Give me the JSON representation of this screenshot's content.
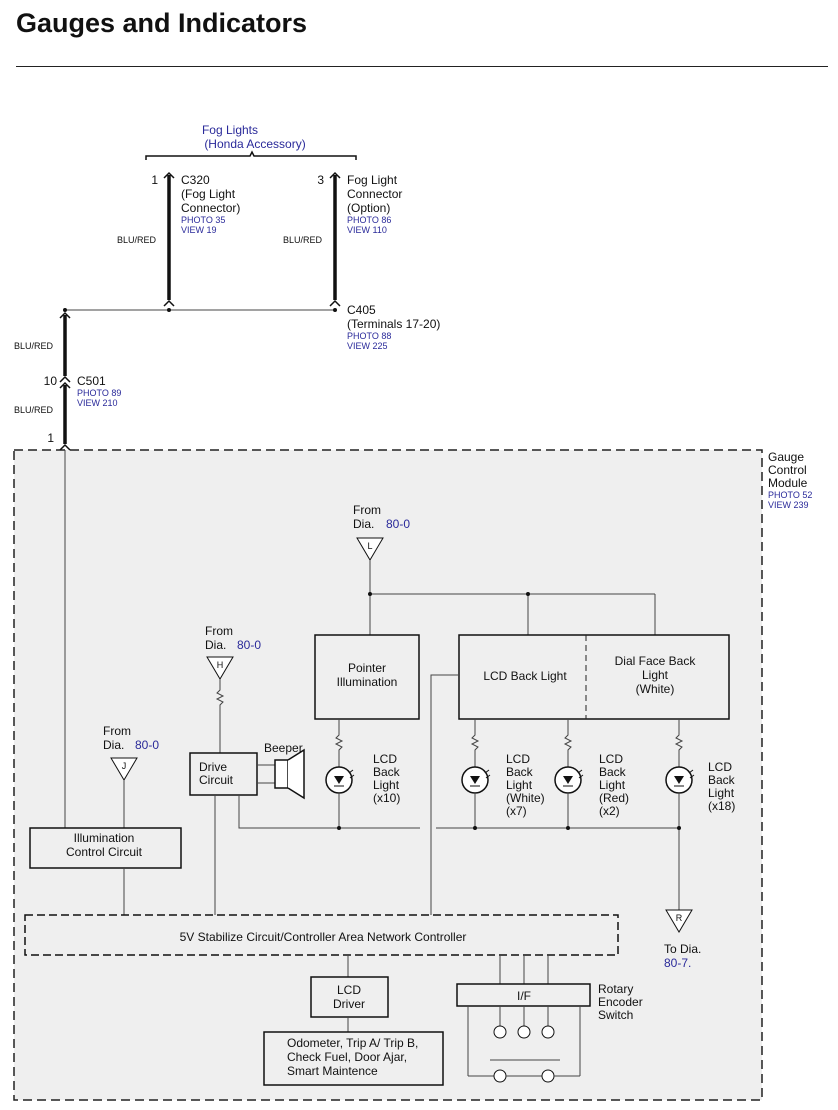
{
  "header": {
    "title": "Gauges and Indicators"
  },
  "fog_lights": {
    "line1": "Fog Lights",
    "line2": "(Honda Accessory)"
  },
  "c320": {
    "pin": "1",
    "name": "C320",
    "line2": "(Fog Light",
    "line3": "Connector)",
    "photo": "PHOTO 35",
    "view": "VIEW 19",
    "wire": "BLU/RED"
  },
  "fog_conn": {
    "pin": "3",
    "line1": "Fog Light",
    "line2": "Connector",
    "line3": "(Option)",
    "photo": "PHOTO 86",
    "view": "VIEW 110",
    "wire": "BLU/RED"
  },
  "c405": {
    "name": "C405",
    "line2": "(Terminals 17-20)",
    "photo": "PHOTO 88",
    "view": "VIEW 225"
  },
  "c501": {
    "wire_top": "BLU/RED",
    "pin_top": "10",
    "name": "C501",
    "photo": "PHOTO 89",
    "view": "VIEW 210",
    "wire_bottom": "BLU/RED",
    "pin_bottom": "1"
  },
  "gcm": {
    "line1": "Gauge",
    "line2": "Control",
    "line3": "Module",
    "photo": "PHOTO 52",
    "view": "VIEW 239"
  },
  "from_L": {
    "from": "From",
    "dia": "Dia.",
    "ref": "80-0",
    "letter": "L"
  },
  "from_H": {
    "from": "From",
    "dia": "Dia.",
    "ref": "80-0",
    "letter": "H"
  },
  "from_J": {
    "from": "From",
    "dia": "Dia.",
    "ref": "80-0",
    "letter": "J"
  },
  "pointer": {
    "line1": "Pointer",
    "line2": "Illumination"
  },
  "lcd_back": {
    "label": "LCD Back Light"
  },
  "dial_face": {
    "line1": "Dial Face Back",
    "line2": "Light",
    "line3": "(White)"
  },
  "drive": {
    "line1": "Drive",
    "line2": "Circuit"
  },
  "beeper": {
    "label": "Beeper"
  },
  "lamp1": {
    "l1": "LCD",
    "l2": "Back",
    "l3": "Light",
    "l4": "(x10)"
  },
  "lamp2": {
    "l1": "LCD",
    "l2": "Back",
    "l3": "Light",
    "l4": "(White)",
    "l5": "(x7)"
  },
  "lamp3": {
    "l1": "LCD",
    "l2": "Back",
    "l3": "Light",
    "l4": "(Red)",
    "l5": "(x2)"
  },
  "lamp4": {
    "l1": "LCD",
    "l2": "Back",
    "l3": "Light",
    "l4": "(x18)"
  },
  "illum": {
    "line1": "Illumination",
    "line2": "Control Circuit"
  },
  "stab": {
    "label": "5V Stabilize Circuit/Controller Area Network Controller"
  },
  "to_R": {
    "letter": "R",
    "to": "To Dia.",
    "ref": "80-7."
  },
  "lcd_driver": {
    "line1": "LCD",
    "line2": "Driver"
  },
  "if": {
    "label": "I/F"
  },
  "rotary": {
    "line1": "Rotary",
    "line2": "Encoder",
    "line3": "Switch"
  },
  "odo": {
    "line1": "Odometer, Trip A/ Trip B,",
    "line2": "Check Fuel, Door Ajar,",
    "line3": "Smart Maintence"
  }
}
